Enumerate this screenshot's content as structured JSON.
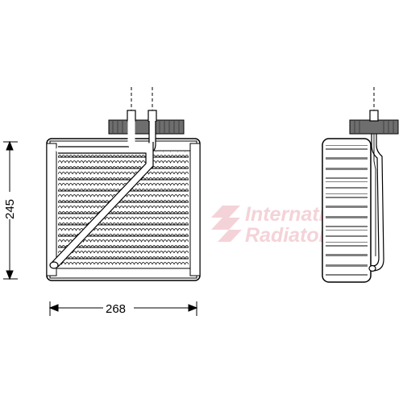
{
  "dimensions": {
    "height_label": "245",
    "width_label": "268"
  },
  "watermark": {
    "line1": "International",
    "line2": "Radiators",
    "color": "#f0c4cc"
  },
  "colors": {
    "line": "#000000",
    "background": "#ffffff"
  }
}
